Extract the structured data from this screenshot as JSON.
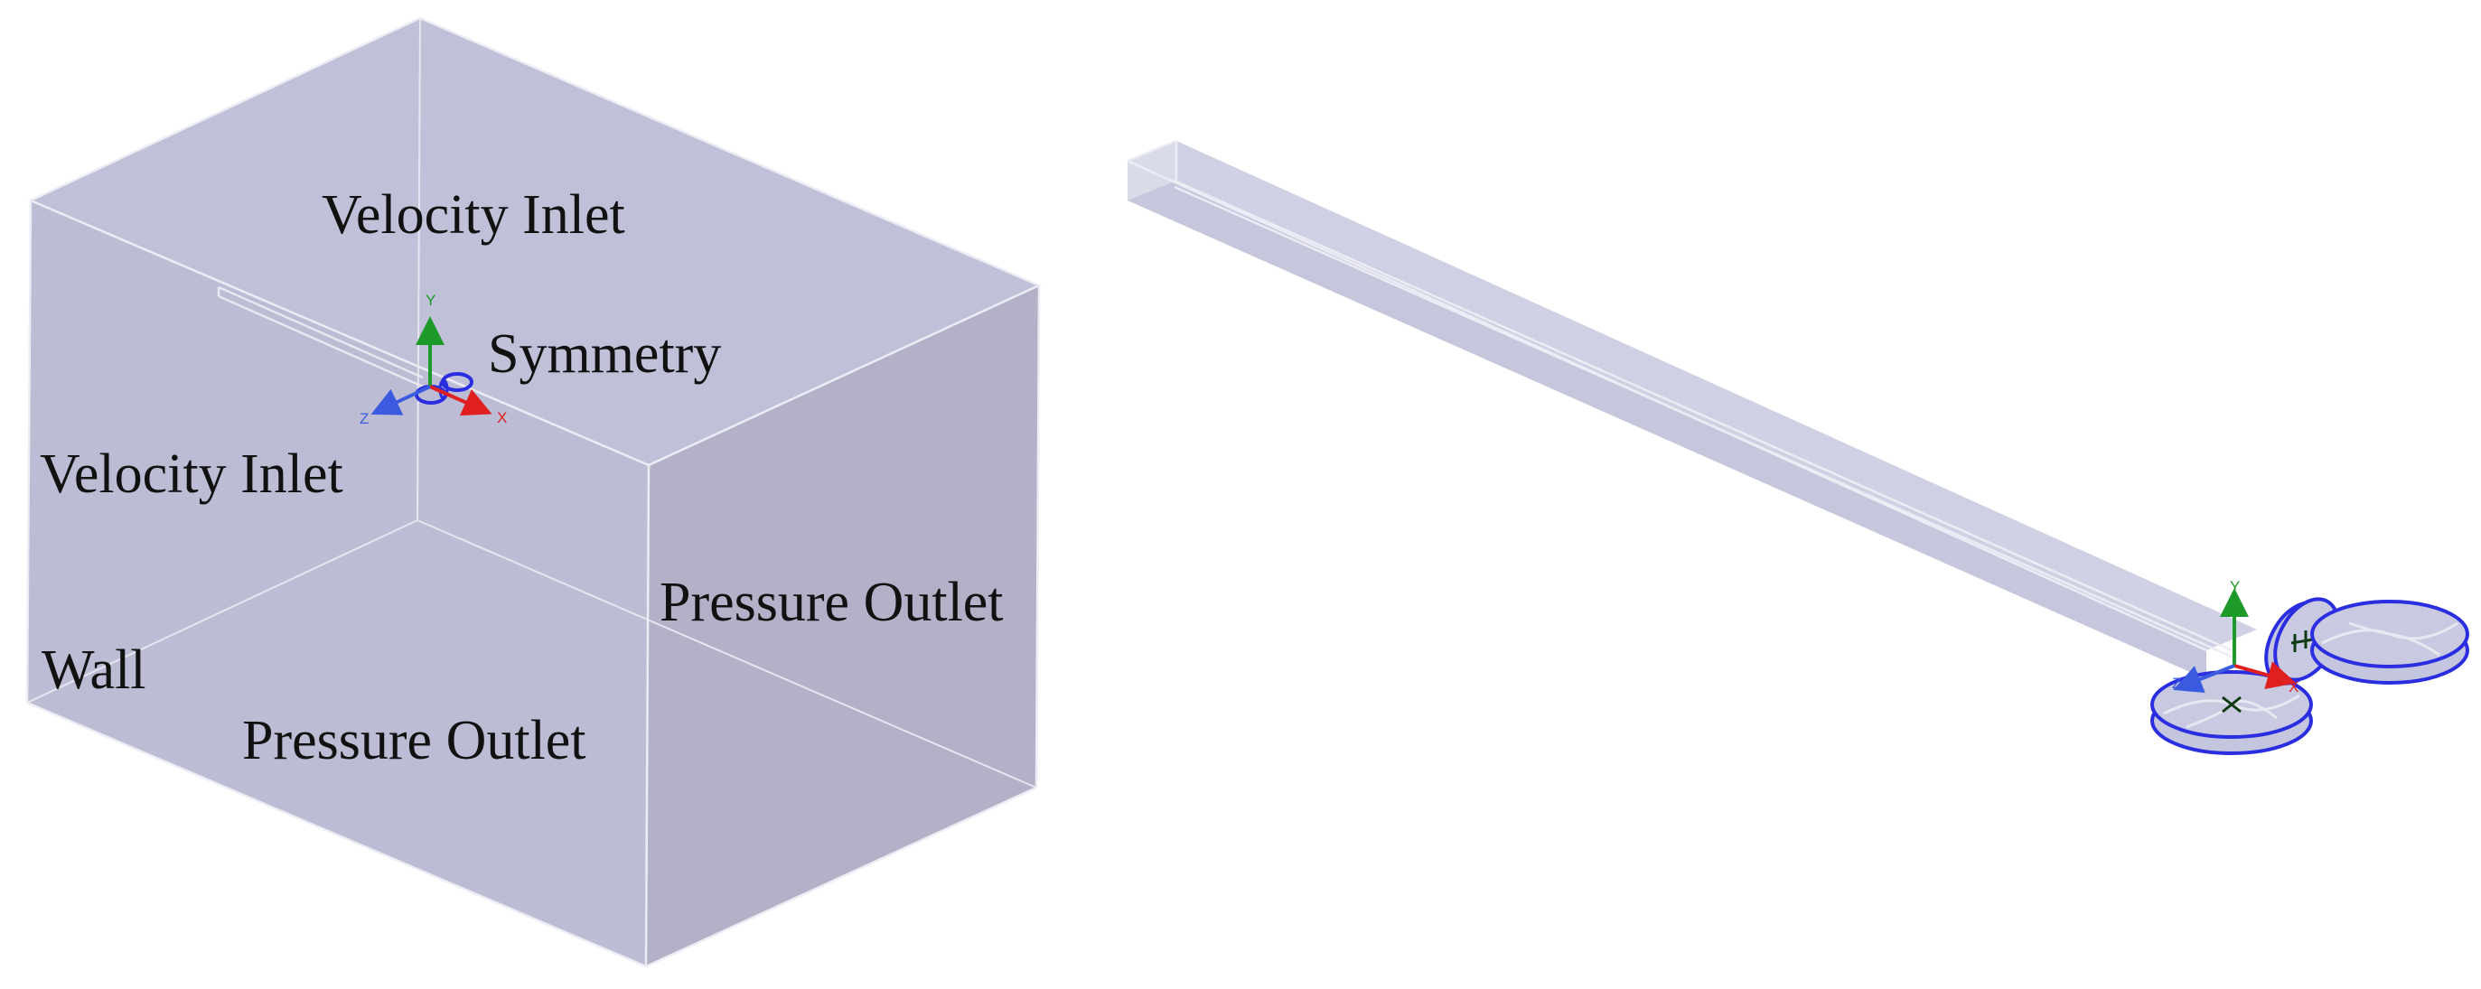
{
  "colors": {
    "domain_fill": "#bdbfd6",
    "domain_right_face": "#b3b2c8",
    "domain_edge": "#ececf4",
    "rotor_stroke": "#2a2ee0",
    "x_axis": "#e02020",
    "y_axis": "#1e9a2a",
    "z_axis": "#3a5be0"
  },
  "left_view": {
    "labels": {
      "top": "Velocity Inlet",
      "symmetry": "Symmetry",
      "left_side": "Velocity Inlet",
      "right_side": "Pressure Outlet",
      "bottom_left": "Wall",
      "bottom": "Pressure Outlet"
    },
    "triad": {
      "x": "X",
      "y": "Y",
      "z": "Z"
    },
    "icons": [
      "coordinate-triad-icon",
      "rotor-disk-icon"
    ]
  },
  "right_view": {
    "triad": {
      "x": "X",
      "y": "Y",
      "z": "Z"
    },
    "icons": [
      "coordinate-triad-icon",
      "rotor-disk-icon"
    ]
  }
}
